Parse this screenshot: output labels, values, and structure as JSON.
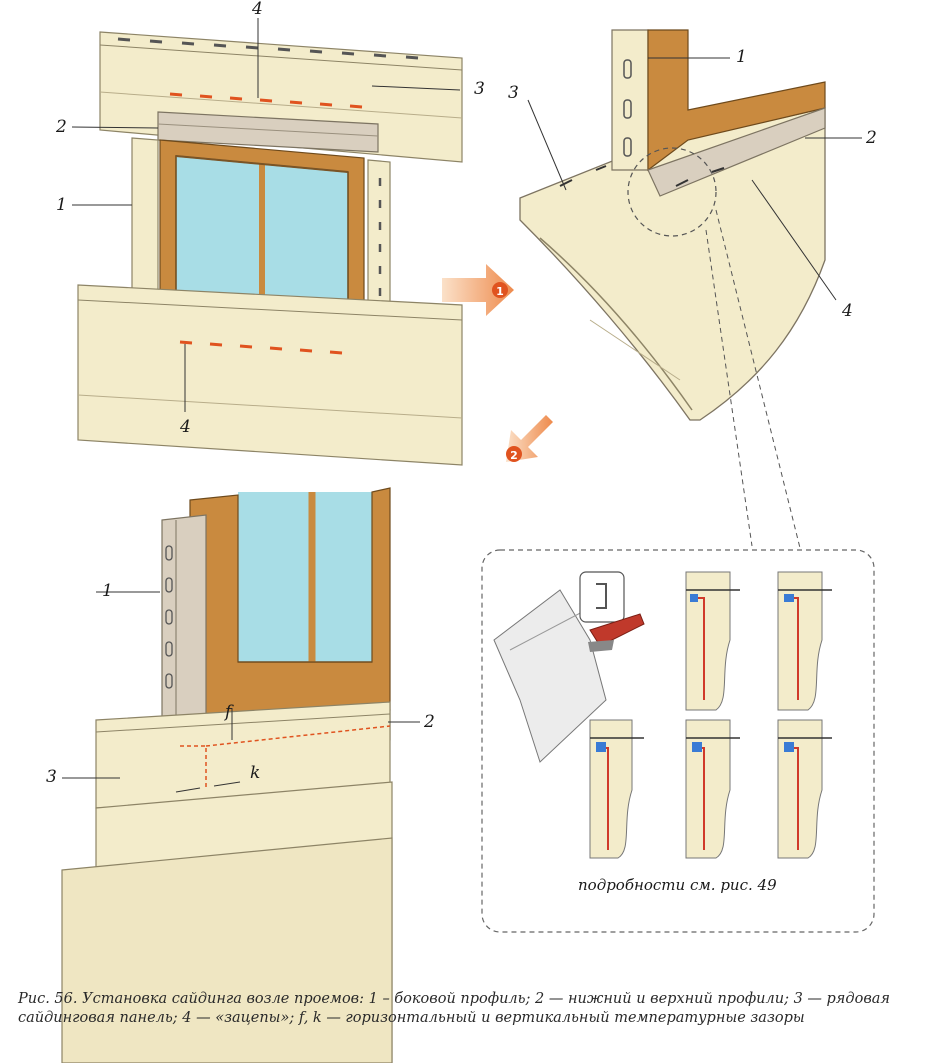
{
  "labels": {
    "side_profile": "1",
    "lower_upper_profiles": "2",
    "siding_panel": "3",
    "hooks": "4",
    "gap_f": "f",
    "gap_k": "k"
  },
  "arrows": {
    "step_1": "1",
    "step_2": "2"
  },
  "detail_caption": "подробности см. рис. 49",
  "caption": "Рис. 56. Установка сайдинга возле проемов: 1 – боковой профиль; 2 — нижний и верхний профили; 3 — рядовая сайдинговая панель; 4 — «зацепы»; f, k — горизонтальный и вертикальный температурные зазоры",
  "colors": {
    "siding": "#f3eccb",
    "frame": "#c98a3f",
    "glass": "#a8dde6",
    "trim": "#d9cfbf",
    "marker": "#e0531f",
    "accent_arrow": "#f0a46c"
  }
}
